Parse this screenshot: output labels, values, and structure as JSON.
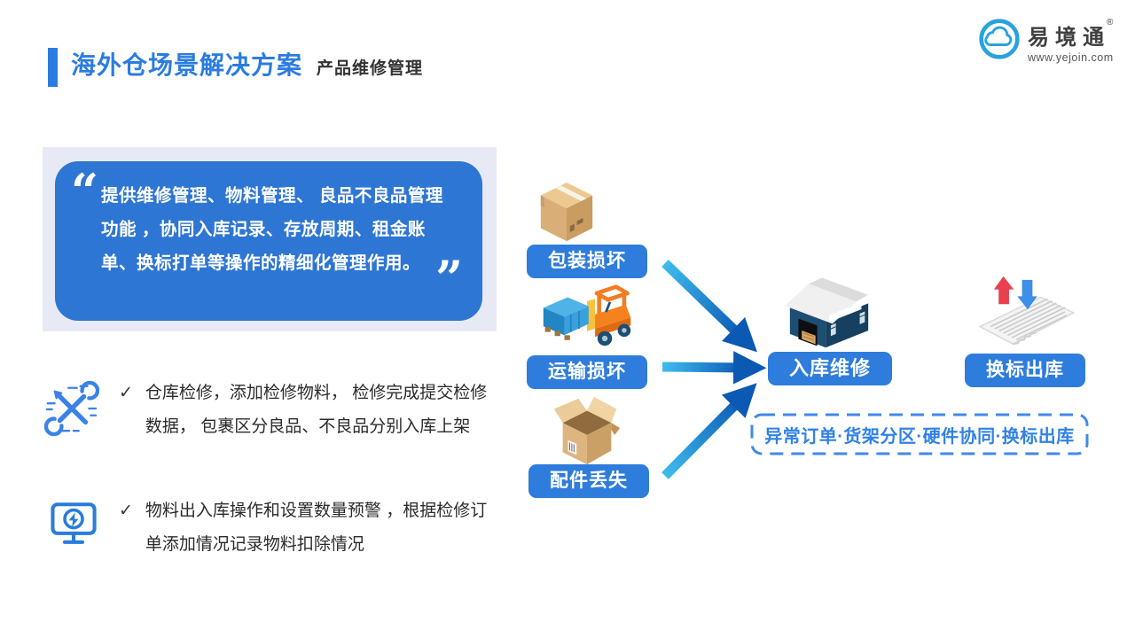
{
  "header": {
    "title": "海外仓场景解决方案",
    "subtitle": "产品维修管理"
  },
  "logo": {
    "name": "易境通",
    "registered": "®",
    "url": "www.yejoin.com"
  },
  "quote": {
    "open_mark": "“",
    "close_mark": "”",
    "text": "提供维修管理、物料管理、 良品不良品管理功能 ，协同入库记录、存放周期、租金账单、换标打单等操作的精细化管理作用。"
  },
  "bullets": [
    {
      "check": "✓",
      "text": "仓库检修，添加检修物料， 检修完成提交检修数据， 包裹区分良品、不良品分别入库上架"
    },
    {
      "check": "✓",
      "text": "物料出入库操作和设置数量预警 ，根据检修订单添加情况记录物料扣除情况"
    }
  ],
  "flow": {
    "sources": [
      {
        "label": "包装损坏"
      },
      {
        "label": "运输损坏"
      },
      {
        "label": "配件丢失"
      }
    ],
    "center": {
      "label": "入库维修"
    },
    "right": {
      "label": "换标出库"
    },
    "note": "异常订单·货架分区·硬件协同·换标出库"
  },
  "colors": {
    "accent_blue": "#2B7CE0",
    "quote_panel_bg": "#E7EAF4",
    "quote_box_bg": "#2E76D3",
    "label_blue": "#2E7CDB",
    "arrow_light": "#3FBCEE",
    "arrow_dark": "#0C59B4",
    "dashed_blue": "#3181E8",
    "text_dark": "#333333"
  }
}
